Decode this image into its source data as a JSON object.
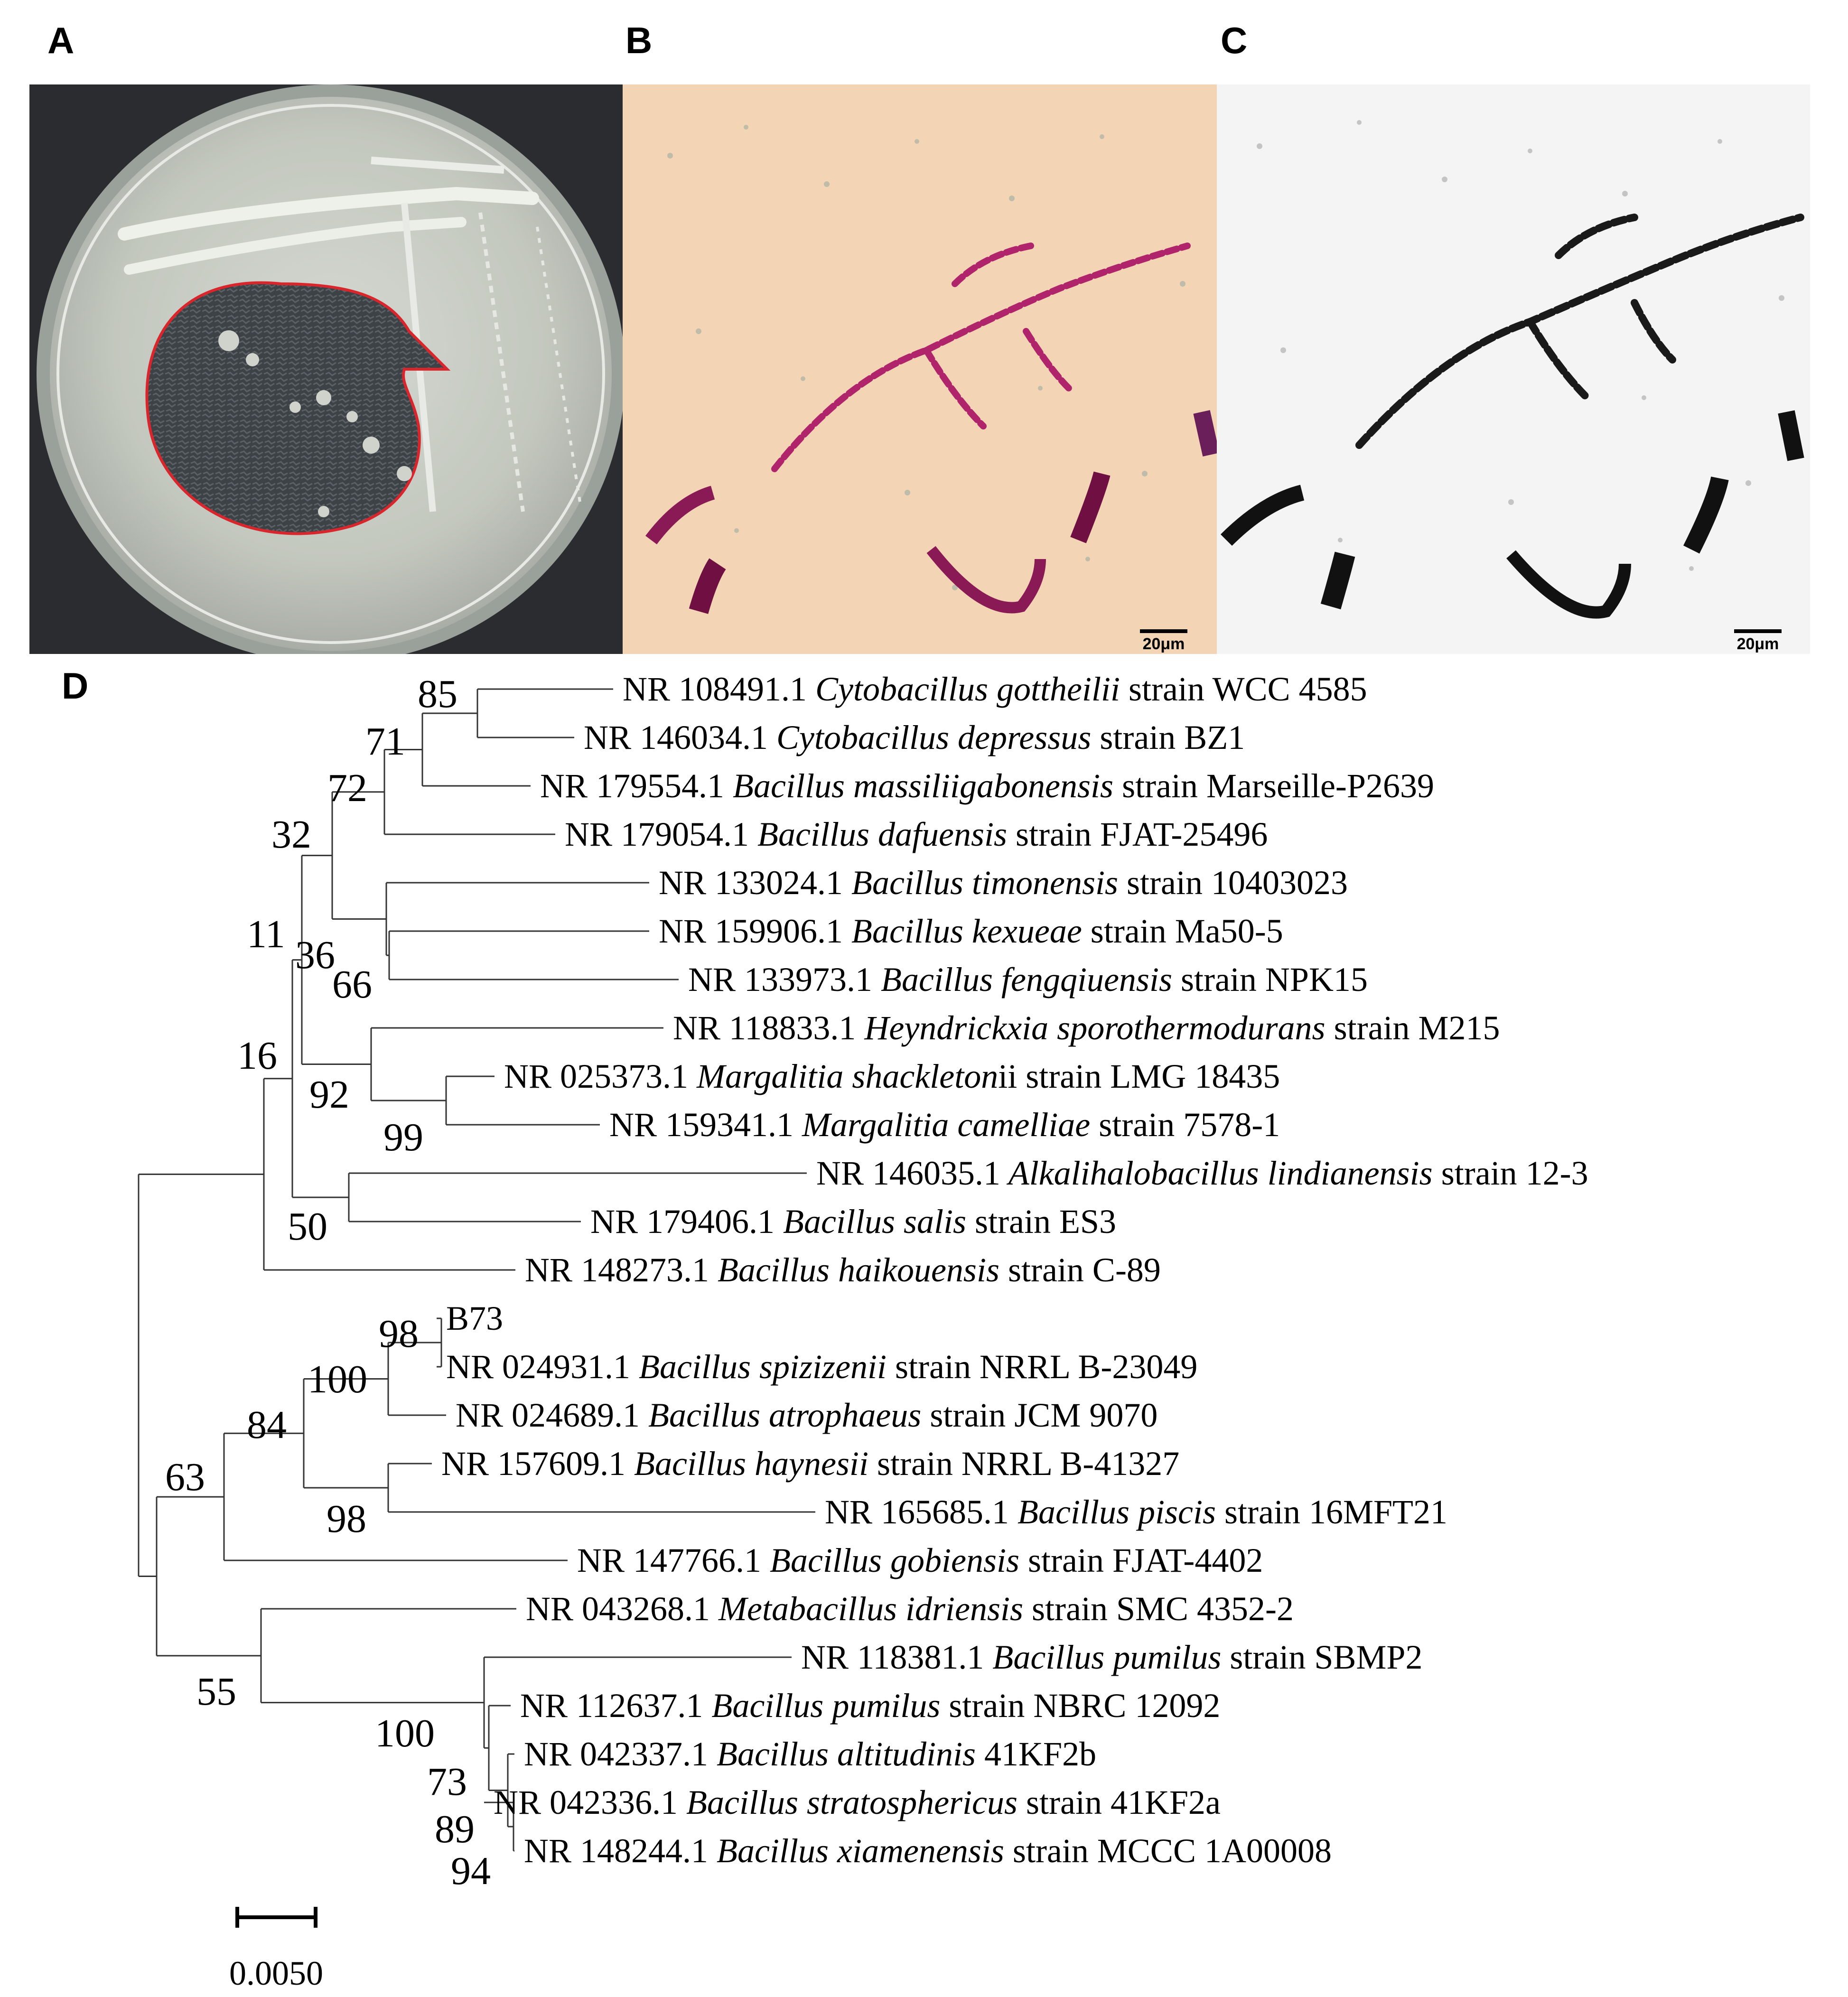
{
  "panels": {
    "a": "A",
    "b": "B",
    "c": "C",
    "d": "D"
  },
  "micro_scale": {
    "b_label": "20μm",
    "c_label": "20μm"
  },
  "tree": {
    "scale_label": "0.0050",
    "tips": [
      {
        "acc": "NR 108491.1",
        "species": "Cytobacillus gottheilii",
        "tail": " strain WCC 4585"
      },
      {
        "acc": "NR 146034.1",
        "species": "Cytobacillus depressus",
        "tail": " strain BZ1"
      },
      {
        "acc": "NR 179554.1",
        "species": "Bacillus massiliigabonensis",
        "tail": " strain Marseille-P2639"
      },
      {
        "acc": "NR 179054.1",
        "species": "Bacillus dafuensis",
        "tail": " strain FJAT-25496"
      },
      {
        "acc": "NR 133024.1",
        "species": "Bacillus timonensis",
        "tail": " strain 10403023"
      },
      {
        "acc": "NR 159906.1",
        "species": "Bacillus kexueae",
        "tail": " strain Ma50-5"
      },
      {
        "acc": "NR 133973.1",
        "species": "Bacillus fengqiuensis",
        "tail": " strain NPK15"
      },
      {
        "acc": "NR 118833.1",
        "species": "Heyndrickxia sporothermodurans",
        "tail": " strain M215"
      },
      {
        "acc": "NR 025373.1",
        "species": "Margalitia shackleton",
        "tail": "ii strain LMG 18435"
      },
      {
        "acc": "NR 159341.1",
        "species": "Margalitia camelliae",
        "tail": " strain 7578-1"
      },
      {
        "acc": "NR 146035.1",
        "species": "Alkalihalobacillus lindianensis",
        "tail": " strain 12-3"
      },
      {
        "acc": "NR 179406.1",
        "species": "Bacillus salis",
        "tail": " strain ES3"
      },
      {
        "acc": "NR 148273.1",
        "species": "Bacillus haikouensis",
        "tail": " strain C-89"
      },
      {
        "acc": "B73",
        "species": "",
        "tail": ""
      },
      {
        "acc": "NR 024931.1",
        "species": "Bacillus spizizenii",
        "tail": " strain NRRL B-23049"
      },
      {
        "acc": "NR 024689.1",
        "species": "Bacillus atrophaeus",
        "tail": " strain JCM 9070"
      },
      {
        "acc": "NR 157609.1",
        "species": "Bacillus haynesii",
        "tail": " strain NRRL B-41327"
      },
      {
        "acc": "NR 165685.1",
        "species": "Bacillus piscis",
        "tail": " strain 16MFT21"
      },
      {
        "acc": "NR 147766.1",
        "species": "Bacillus gobiensis",
        "tail": " strain FJAT-4402"
      },
      {
        "acc": "NR 043268.1",
        "species": "Metabacillus idriensis",
        "tail": " strain SMC 4352-2"
      },
      {
        "acc": "NR 118381.1",
        "species": "Bacillus pumilus",
        "tail": " strain SBMP2"
      },
      {
        "acc": "NR 112637.1",
        "species": "Bacillus pumilus",
        "tail": " strain NBRC 12092"
      },
      {
        "acc": "NR 042337.1",
        "species": "Bacillus altitudinis",
        "tail": " 41KF2b"
      },
      {
        "acc": "NR 042336.1",
        "species": "Bacillus stratosphericus",
        "tail": " strain 41KF2a"
      },
      {
        "acc": "NR 148244.1",
        "species": "Bacillus xiamenensis",
        "tail": " strain MCCC 1A00008"
      }
    ],
    "bootstrap": [
      "85",
      "71",
      "72",
      "32",
      "11",
      "36",
      "66",
      "16",
      "92",
      "99",
      "50",
      "98",
      "100",
      "84",
      "98",
      "63",
      "55",
      "100",
      "73",
      "89",
      "94"
    ]
  }
}
